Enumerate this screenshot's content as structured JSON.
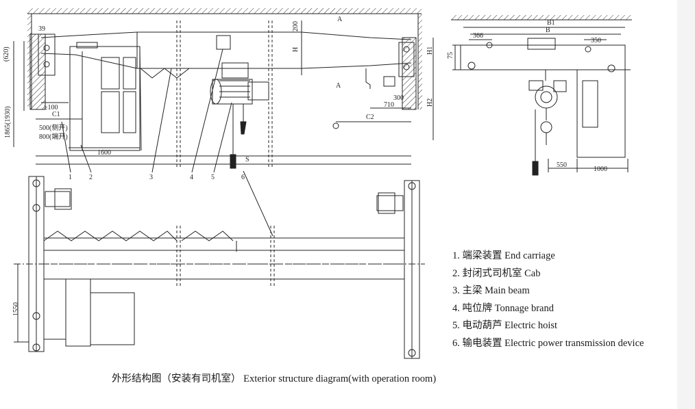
{
  "dimensions": {
    "d_39": "39",
    "d_620": "(620)",
    "d_1930": "1865(1930)",
    "d_c1": "C1",
    "d_ge100": "≥100",
    "d_500": "500(侧开)",
    "d_800": "800(端开)",
    "d_1600": "1600",
    "d_200": "200",
    "d_h": "H",
    "d_h1": "H1",
    "d_h2": "H2",
    "d_a_top": "A",
    "d_a_mid": "A",
    "d_710": "710",
    "d_300": "300",
    "d_c2": "C2",
    "d_s": "S",
    "d_b1": "B1",
    "d_b": "B",
    "d_366": "366",
    "d_350": "350",
    "d_75": "75",
    "d_550": "550",
    "d_1000": "1000",
    "d_1550": "1550"
  },
  "callouts": [
    "1",
    "2",
    "3",
    "4",
    "5",
    "6"
  ],
  "legend": [
    "1. 端梁装置 End carriage",
    "2. 封闭式司机室 Cab",
    "3. 主梁 Main beam",
    "4. 吨位牌 Tonnage brand",
    "5. 电动葫芦 Electric hoist",
    "6. 输电装置 Electric power transmission device"
  ],
  "caption": "外形结构图（安装有司机室） Exterior structure diagram(with operation room)"
}
